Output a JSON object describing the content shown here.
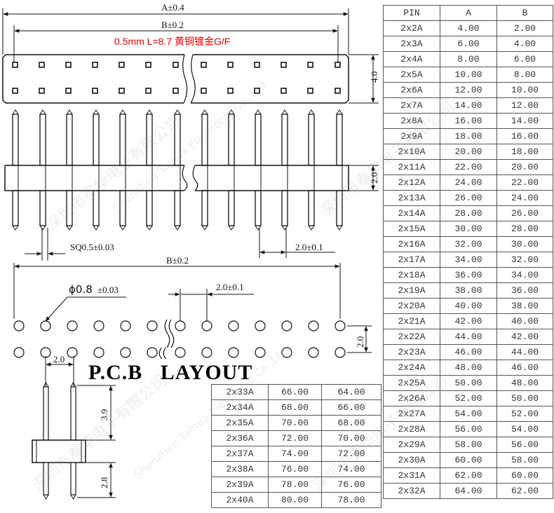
{
  "dimensions": {
    "a_overall": "A±0.4",
    "b_pitch_span": "B±0.2",
    "b_pitch_span_pcb": "B±0.2",
    "spec_note": "0.5mm L=8.7 黄铜镀金G/F",
    "height_body": "4.0",
    "insulator_height": "2.0",
    "pin_square": "SQ0.5±0.03",
    "pitch_bottom": "2.0±0.1",
    "hole_diameter_symbol": "ϕ0.8",
    "hole_diameter_tol": "±0.03",
    "pitch_pcb": "2.0±0.1",
    "row_spacing_pcb": "2.0",
    "side_pitch": "2.0",
    "pin_top_length": "3.9",
    "pin_bottom_length": "2.8"
  },
  "pcb_title": "P.C.B   LAYOUT",
  "right_table": {
    "header": [
      "PIN",
      "A",
      "B"
    ],
    "rows": [
      [
        "2x2A",
        "4.00",
        "2.00"
      ],
      [
        "2x3A",
        "6.00",
        "4.00"
      ],
      [
        "2x4A",
        "8.00",
        "6.00"
      ],
      [
        "2x5A",
        "10.00",
        "8.00"
      ],
      [
        "2x6A",
        "12.00",
        "10.00"
      ],
      [
        "2x7A",
        "14.00",
        "12.00"
      ],
      [
        "2x8A",
        "16.00",
        "14.00"
      ],
      [
        "2x9A",
        "18.00",
        "16.00"
      ],
      [
        "2x10A",
        "20.00",
        "18.00"
      ],
      [
        "2x11A",
        "22.00",
        "20.00"
      ],
      [
        "2x12A",
        "24.00",
        "22.00"
      ],
      [
        "2x13A",
        "26.00",
        "24.00"
      ],
      [
        "2x14A",
        "28.00",
        "26.00"
      ],
      [
        "2x15A",
        "30.00",
        "28.00"
      ],
      [
        "2x16A",
        "32.00",
        "30.00"
      ],
      [
        "2x17A",
        "34.00",
        "32.00"
      ],
      [
        "2x18A",
        "36.00",
        "34.00"
      ],
      [
        "2x19A",
        "38.00",
        "36.00"
      ],
      [
        "2x20A",
        "40.00",
        "38.00"
      ],
      [
        "2x21A",
        "42.00",
        "40.00"
      ],
      [
        "2x22A",
        "44.00",
        "42.00"
      ],
      [
        "2x23A",
        "46.00",
        "44.00"
      ],
      [
        "2x24A",
        "48.00",
        "46.00"
      ],
      [
        "2x25A",
        "50.00",
        "48.00"
      ],
      [
        "2x26A",
        "52.00",
        "50.00"
      ],
      [
        "2x27A",
        "54.00",
        "52.00"
      ],
      [
        "2x28A",
        "56.00",
        "54.00"
      ],
      [
        "2x29A",
        "58.00",
        "56.00"
      ],
      [
        "2x30A",
        "60.00",
        "58.00"
      ],
      [
        "2x31A",
        "62.00",
        "60.00"
      ],
      [
        "2x32A",
        "64.00",
        "62.00"
      ]
    ]
  },
  "bottom_table": {
    "rows": [
      [
        "2x33A",
        "66.00",
        "64.00"
      ],
      [
        "2x34A",
        "68.00",
        "66.00"
      ],
      [
        "2x35A",
        "70.00",
        "68.00"
      ],
      [
        "2x36A",
        "72.00",
        "70.00"
      ],
      [
        "2x37A",
        "74.00",
        "72.00"
      ],
      [
        "2x38A",
        "76.00",
        "74.00"
      ],
      [
        "2x39A",
        "78.00",
        "76.00"
      ],
      [
        "2x40A",
        "80.00",
        "78.00"
      ]
    ]
  },
  "watermark_text": [
    "深圳市泰华电子有限公司",
    "Shenzhen Taihua Electronic Co.,Ltd"
  ],
  "colors": {
    "line": "#111111",
    "red_note": "#e00000",
    "table_text": "#333333"
  }
}
